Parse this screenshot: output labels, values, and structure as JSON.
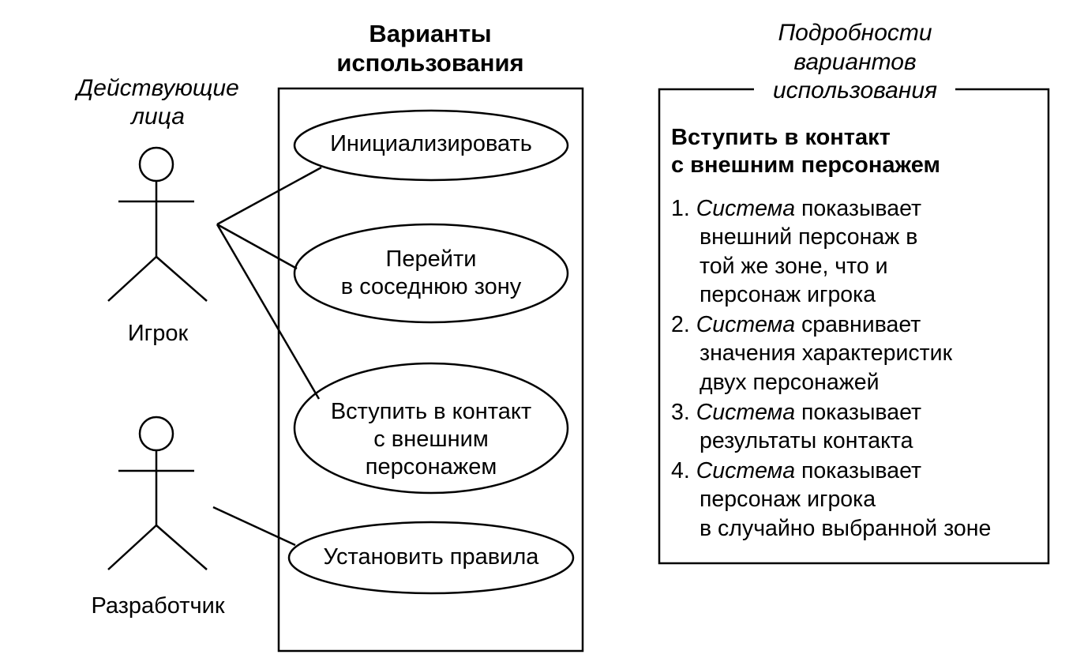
{
  "headers": {
    "use_cases": [
      "Варианты",
      "использования"
    ],
    "actors": [
      "Действующие",
      "лица"
    ],
    "details": [
      "Подробности",
      "вариантов",
      "использования"
    ]
  },
  "actors": [
    {
      "name": "Игрок"
    },
    {
      "name": "Разработчик"
    }
  ],
  "use_cases": [
    {
      "lines": [
        "Инициализировать"
      ]
    },
    {
      "lines": [
        "Перейти",
        "в соседнюю зону"
      ]
    },
    {
      "lines": [
        "Вступить в контакт",
        "с внешним",
        "персонажем"
      ]
    },
    {
      "lines": [
        "Установить правила"
      ]
    }
  ],
  "details": {
    "title": [
      "Вступить в контакт",
      "с внешним персонажем"
    ],
    "steps": [
      {
        "num": "1.",
        "subject": "Система",
        "lines": [
          "показывает",
          "внешний персонаж в",
          "той же зоне, что и",
          "персонаж игрока"
        ]
      },
      {
        "num": "2.",
        "subject": "Система",
        "lines": [
          "сравнивает",
          "значения характеристик",
          "двух персонажей"
        ]
      },
      {
        "num": "3.",
        "subject": "Система",
        "lines": [
          "показывает",
          "результаты контакта"
        ]
      },
      {
        "num": "4.",
        "subject": "Система",
        "lines": [
          "показывает",
          "персонаж игрока",
          "в случайно выбранной зоне"
        ]
      }
    ]
  }
}
